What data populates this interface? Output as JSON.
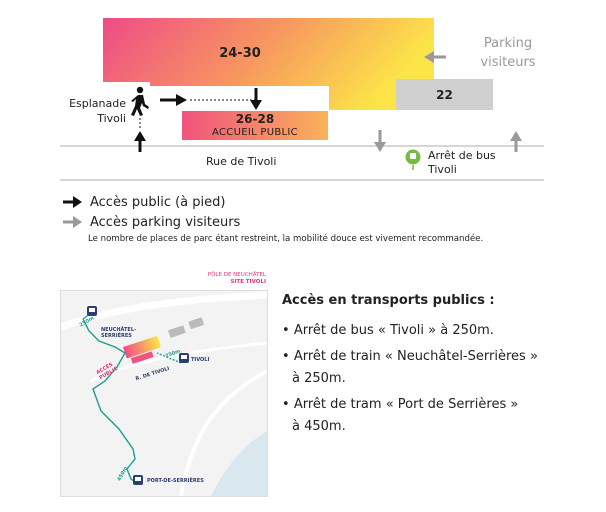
{
  "diagram": {
    "block_main_label": "24-30",
    "block_reception_num": "26-28",
    "block_reception_text": "ACCUEIL PUBLIC",
    "block_parking_label": "22",
    "parking_label_line1": "Parking",
    "parking_label_line2": "visiteurs",
    "esplanade_line1": "Esplanade",
    "esplanade_line2": "Tivoli",
    "street_label": "Rue de Tivoli",
    "bus_stop_line1": "Arrêt de bus",
    "bus_stop_line2": "Tivoli",
    "colors": {
      "gradient_start": "#ef4b86",
      "gradient_end": "#fce548",
      "parking_gray": "#cfcfcf",
      "arrow_gray": "#9a9a9a",
      "bus_green": "#7ab942"
    }
  },
  "legend": {
    "public_access": "Accès public (à pied)",
    "parking_access": "Accès parking visiteurs",
    "note": "Le nombre de places de parc étant restreint, la mobilité douce est vivement recommandée."
  },
  "map": {
    "header_line1": "PÔLE DE NEUCHÂTEL",
    "header_line2": "SITE TIVOLI",
    "label_neuchatel": "NEUCHÂTEL-SERRIÈRES",
    "label_tivoli": "TIVOLI",
    "label_port": "PORT-DE-SERRIÈRES",
    "label_acces": "ACCÈS PUBLIC",
    "label_rue": "R. DE TIVOLI",
    "dist_1": "250m",
    "dist_2": "250m",
    "dist_3": "450m"
  },
  "transport": {
    "title": "Accès en transports publics :",
    "items": [
      {
        "line1": "Arrêt de bus « Tivoli » à 250m.",
        "line2": ""
      },
      {
        "line1": "Arrêt de train « Neuchâtel-Serrières »",
        "line2": "à 250m."
      },
      {
        "line1": "Arrêt de tram « Port de Serrières »",
        "line2": "à 450m."
      }
    ]
  }
}
